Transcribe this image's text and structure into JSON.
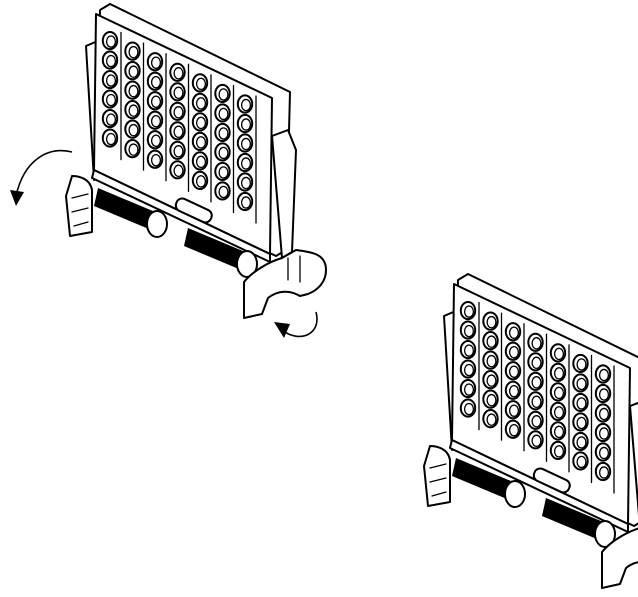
{
  "figure": {
    "type": "assembly-instruction-illustration",
    "assemblies": [
      {
        "state": "legs-being-rotated",
        "board": {
          "columns": 7,
          "rows": 6
        },
        "arrows": [
          "rotate-left-leg",
          "rotate-right-leg"
        ]
      },
      {
        "state": "assembled",
        "board": {
          "columns": 7,
          "rows": 6
        }
      }
    ],
    "colors": {
      "stroke": "#000000",
      "fill": "#ffffff"
    }
  }
}
